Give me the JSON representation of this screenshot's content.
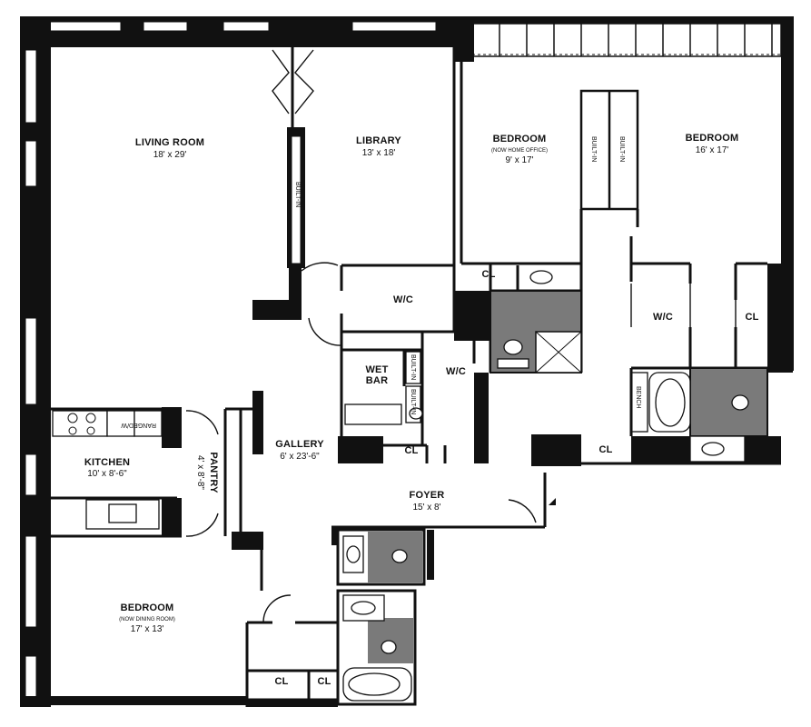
{
  "plan": {
    "rooms": [
      {
        "id": "living-room",
        "name": "LIVING ROOM",
        "dims": "18' x 29'"
      },
      {
        "id": "library",
        "name": "LIBRARY",
        "dims": "13' x 18'"
      },
      {
        "id": "bedroom-office",
        "name": "BEDROOM",
        "note": "(NOW HOME OFFICE)",
        "dims": "9' x 17'"
      },
      {
        "id": "bedroom-master",
        "name": "BEDROOM",
        "dims": "16' x 17'"
      },
      {
        "id": "wic-library",
        "name": "W/C"
      },
      {
        "id": "wic-gallery",
        "name": "W/C"
      },
      {
        "id": "wic-master",
        "name": "W/C"
      },
      {
        "id": "wet-bar",
        "name": "WET",
        "name2": "BAR"
      },
      {
        "id": "gallery",
        "name": "GALLERY",
        "dims": "6' x 23'-6\""
      },
      {
        "id": "kitchen",
        "name": "KITCHEN",
        "dims": "10' x 8'-6\""
      },
      {
        "id": "pantry",
        "name": "PANTRY",
        "dims": "4' x 8'-8\""
      },
      {
        "id": "foyer",
        "name": "FOYER",
        "dims": "15' x 8'"
      },
      {
        "id": "bedroom-maid",
        "name": "BEDROOM",
        "note": "(NOW DINING ROOM)",
        "dims": "17' x 13'"
      }
    ],
    "closets": [
      "CL",
      "CL",
      "CL",
      "CL",
      "CL",
      "CL"
    ],
    "built_in": [
      "BUILT-IN",
      "BUILT-IN",
      "BUILT-IN",
      "BUILT-IN",
      "BUILT-IN"
    ],
    "fixtures": {
      "range": "RANGE",
      "dishwasher": "D/W",
      "bench": "BENCH"
    }
  }
}
